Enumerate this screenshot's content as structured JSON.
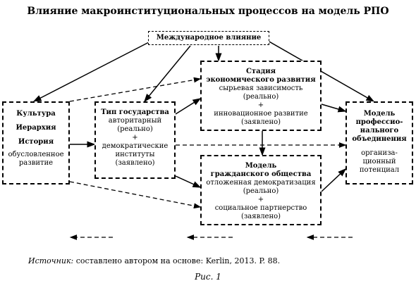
{
  "title": "Влияние макроинституциональных процессов на модель РПО",
  "intl": {
    "label": "Международное влияние"
  },
  "culture": {
    "l1": "Культура",
    "l2": "Иерархия",
    "l3": "История",
    "l4": "обусловленное",
    "l5": "развитие"
  },
  "state": {
    "title": "Тип государства",
    "l1": "авторитарный",
    "l2": "(реально)",
    "l3": "+",
    "l4": "демократические",
    "l5": "институты",
    "l6": "(заявлено)"
  },
  "econ": {
    "title1": "Стадия",
    "title2": "экономического развития",
    "l1": "сырьевая зависимость",
    "l2": "(реально)",
    "l3": "+",
    "l4": "инновационное развитие",
    "l5": "(заявлено)"
  },
  "civil": {
    "title1": "Модель",
    "title2": "гражданского общества",
    "l1": "отложенная демократизация",
    "l2": "(реально)",
    "l3": "+",
    "l4": "социальное партнерство",
    "l5": "(заявлено)"
  },
  "model": {
    "l1": "Модель",
    "l2": "профессио-",
    "l3": "нального",
    "l4": "объединения",
    "l5": "организа-",
    "l6": "ционный",
    "l7": "потенциал"
  },
  "source": {
    "prefix": "Источник:",
    "text": " составлено автором на основе: Kerlin, 2013. P. 88."
  },
  "caption": "Рис. 1"
}
